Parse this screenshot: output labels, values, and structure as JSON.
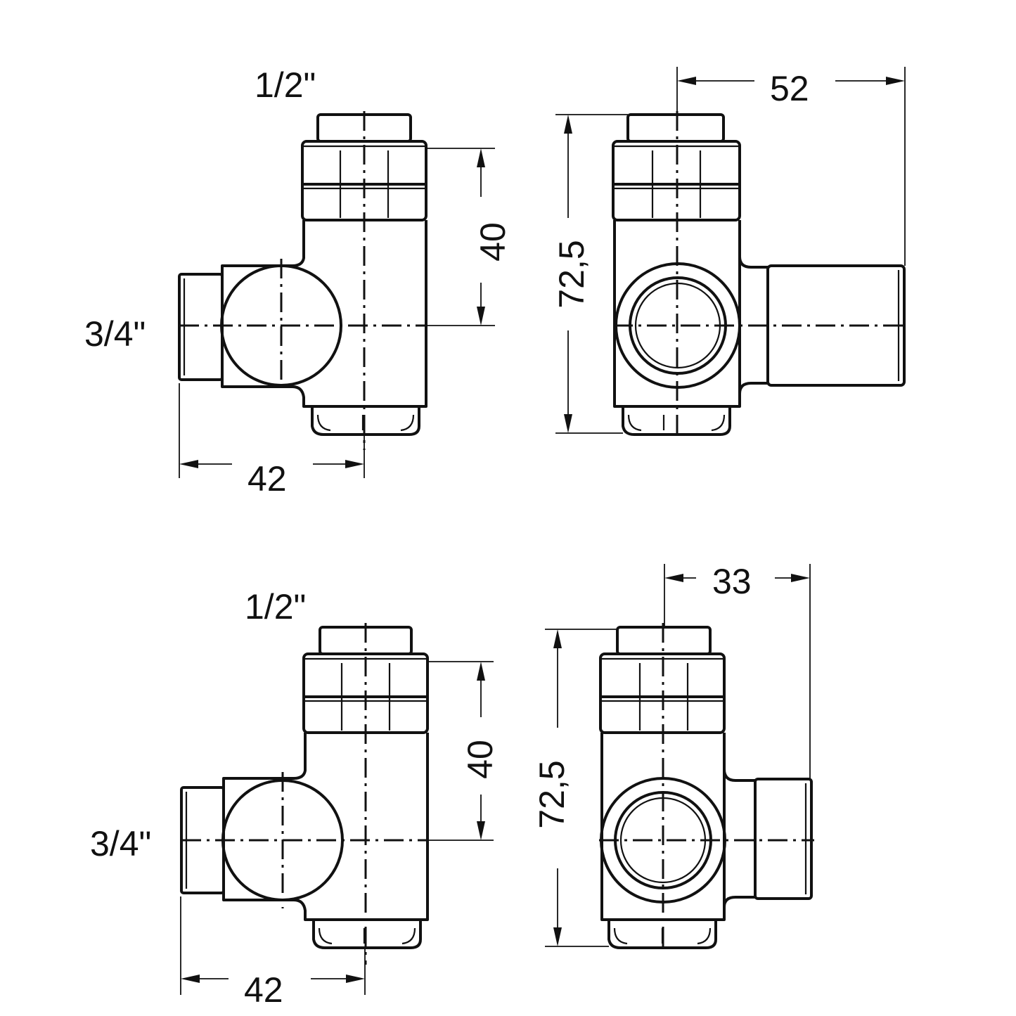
{
  "colors": {
    "line": "#111111",
    "background": "#ffffff"
  },
  "views": [
    {
      "id": "top-left",
      "thread_top": "1/2\"",
      "thread_side": "3/4\"",
      "width_dim": "42",
      "height_dim": "40"
    },
    {
      "id": "top-right",
      "height_dim": "72,5",
      "depth_dim": "52"
    },
    {
      "id": "bottom-left",
      "thread_top": "1/2\"",
      "thread_side": "3/4\"",
      "width_dim": "42",
      "height_dim": "40"
    },
    {
      "id": "bottom-right",
      "height_dim": "72,5",
      "depth_dim": "33"
    }
  ]
}
